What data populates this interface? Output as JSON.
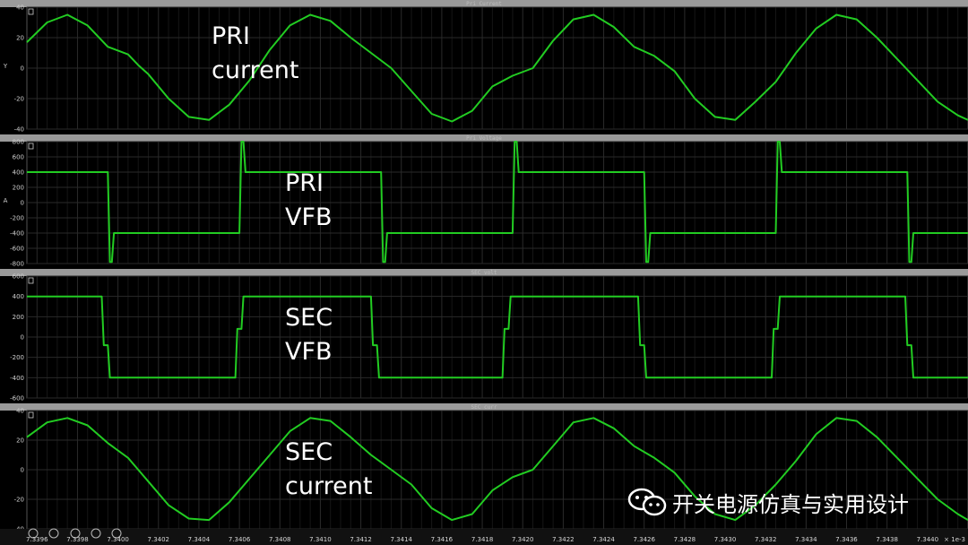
{
  "overlay": {
    "pri_current": [
      "PRI",
      "current"
    ],
    "pri_vfb": [
      "PRI",
      "VFB"
    ],
    "sec_vfb": [
      "SEC",
      "VFB"
    ],
    "sec_current": [
      "SEC",
      "current"
    ]
  },
  "watermark": {
    "text": "开关电源仿真与实用设计",
    "icon": "wechat-icon"
  },
  "colors": {
    "trace": "#22cc22",
    "background": "#000000",
    "grid": "#2a2a2a",
    "title_bar": "#9a9a9a"
  },
  "chart_data": {
    "type": "line",
    "x_axis": {
      "ticks": [
        "7.3396",
        "7.3398",
        "7.3400",
        "7.3402",
        "7.3404",
        "7.3406",
        "7.3408",
        "7.3410",
        "7.3412",
        "7.3414",
        "7.3416",
        "7.3418",
        "7.3420",
        "7.3422",
        "7.3424",
        "7.3426",
        "7.3428",
        "7.3430",
        "7.3432",
        "7.3434",
        "7.3436",
        "7.3438",
        "7.3440"
      ],
      "scale_label": "1e-3",
      "xlim": [
        7.33955,
        7.3442
      ]
    },
    "panels": [
      {
        "title": "Pri Current",
        "ylabel": "Y",
        "ylim": [
          -40,
          40
        ],
        "yticks": [
          "40",
          "20",
          "0",
          "-20",
          "-40"
        ],
        "series": [
          {
            "x": [
              7.33955,
              7.33965,
              7.33975,
              7.33985,
              7.33995,
              7.34005,
              7.3401,
              7.34015,
              7.34025,
              7.34035,
              7.34045,
              7.34055,
              7.34065,
              7.34075,
              7.34085,
              7.34095,
              7.34105,
              7.34115,
              7.34125,
              7.34135,
              7.34145,
              7.34155,
              7.34165,
              7.34175,
              7.34185,
              7.34195,
              7.34205,
              7.34215,
              7.34225,
              7.34235,
              7.34245,
              7.34255,
              7.34265,
              7.34275,
              7.34285,
              7.34295,
              7.34305,
              7.34315,
              7.34325,
              7.34335,
              7.34345,
              7.34355,
              7.34365,
              7.34375,
              7.34385,
              7.34395,
              7.34405,
              7.34415,
              7.3442
            ],
            "y": [
              17,
              30,
              35,
              28,
              14,
              9,
              2,
              -4,
              -20,
              -32,
              -34,
              -24,
              -8,
              12,
              28,
              35,
              31,
              20,
              10,
              0,
              -15,
              -30,
              -35,
              -28,
              -12,
              -5,
              0,
              18,
              32,
              35,
              27,
              14,
              8,
              -2,
              -20,
              -32,
              -34,
              -22,
              -9,
              10,
              26,
              35,
              32,
              20,
              6,
              -8,
              -22,
              -31,
              -34
            ]
          }
        ]
      },
      {
        "title": "Pri Voltage",
        "ylabel": "A",
        "ylim": [
          -800,
          800
        ],
        "yticks": [
          "800",
          "600",
          "400",
          "200",
          "0",
          "-200",
          "-400",
          "-600",
          "-800"
        ],
        "series": [
          {
            "x": [
              7.33955,
              7.33995,
              7.33996,
              7.33997,
              7.33998,
              7.33999,
              7.3406,
              7.34061,
              7.34062,
              7.34063,
              7.34064,
              7.3413,
              7.34131,
              7.34132,
              7.34133,
              7.34134,
              7.34195,
              7.34196,
              7.34197,
              7.34198,
              7.34199,
              7.3426,
              7.34261,
              7.34262,
              7.34263,
              7.34264,
              7.34325,
              7.34326,
              7.34327,
              7.34328,
              7.34329,
              7.3439,
              7.34391,
              7.34392,
              7.34393,
              7.34394,
              7.3442
            ],
            "y": [
              400,
              400,
              -780,
              -780,
              -400,
              -400,
              -400,
              800,
              800,
              400,
              400,
              400,
              -780,
              -780,
              -400,
              -400,
              -400,
              800,
              800,
              400,
              400,
              400,
              -780,
              -780,
              -400,
              -400,
              -400,
              800,
              800,
              400,
              400,
              400,
              -780,
              -780,
              -400,
              -400,
              -400
            ]
          }
        ]
      },
      {
        "title": "SEC volt",
        "ylabel": "",
        "ylim": [
          -600,
          600
        ],
        "yticks": [
          "600",
          "400",
          "200",
          "0",
          "-200",
          "-400",
          "-600"
        ],
        "series": [
          {
            "x": [
              7.33955,
              7.33992,
              7.33993,
              7.33995,
              7.33996,
              7.34058,
              7.34059,
              7.34061,
              7.34062,
              7.34125,
              7.34126,
              7.34128,
              7.34129,
              7.3419,
              7.34191,
              7.34193,
              7.34194,
              7.34257,
              7.34258,
              7.3426,
              7.34261,
              7.34323,
              7.34324,
              7.34326,
              7.34327,
              7.34389,
              7.3439,
              7.34392,
              7.34393,
              7.3442
            ],
            "y": [
              400,
              400,
              -80,
              -80,
              -400,
              -400,
              80,
              80,
              400,
              400,
              -80,
              -80,
              -400,
              -400,
              80,
              80,
              400,
              400,
              -80,
              -80,
              -400,
              -400,
              80,
              80,
              400,
              400,
              -80,
              -80,
              -400,
              -400
            ]
          }
        ]
      },
      {
        "title": "SEC curr",
        "ylabel": "",
        "ylim": [
          -40,
          40
        ],
        "yticks": [
          "40",
          "20",
          "0",
          "-20",
          "-40"
        ],
        "series": [
          {
            "x": [
              7.33955,
              7.33965,
              7.33975,
              7.33985,
              7.33995,
              7.34005,
              7.3401,
              7.34015,
              7.34025,
              7.34035,
              7.34045,
              7.34055,
              7.34065,
              7.34075,
              7.34085,
              7.34095,
              7.34105,
              7.34115,
              7.34125,
              7.34135,
              7.34145,
              7.34155,
              7.34165,
              7.34175,
              7.34185,
              7.34195,
              7.34205,
              7.34215,
              7.34225,
              7.34235,
              7.34245,
              7.34255,
              7.34265,
              7.34275,
              7.34285,
              7.34295,
              7.34305,
              7.34315,
              7.34325,
              7.34335,
              7.34345,
              7.34355,
              7.34365,
              7.34375,
              7.34385,
              7.34395,
              7.34405,
              7.34415,
              7.3442
            ],
            "y": [
              22,
              32,
              35,
              30,
              18,
              8,
              0,
              -8,
              -24,
              -33,
              -34,
              -22,
              -6,
              10,
              26,
              35,
              33,
              22,
              10,
              0,
              -10,
              -26,
              -34,
              -30,
              -14,
              -5,
              0,
              16,
              32,
              35,
              28,
              16,
              8,
              -2,
              -18,
              -30,
              -34,
              -24,
              -10,
              6,
              24,
              35,
              33,
              22,
              8,
              -6,
              -20,
              -30,
              -34
            ]
          }
        ]
      }
    ]
  }
}
